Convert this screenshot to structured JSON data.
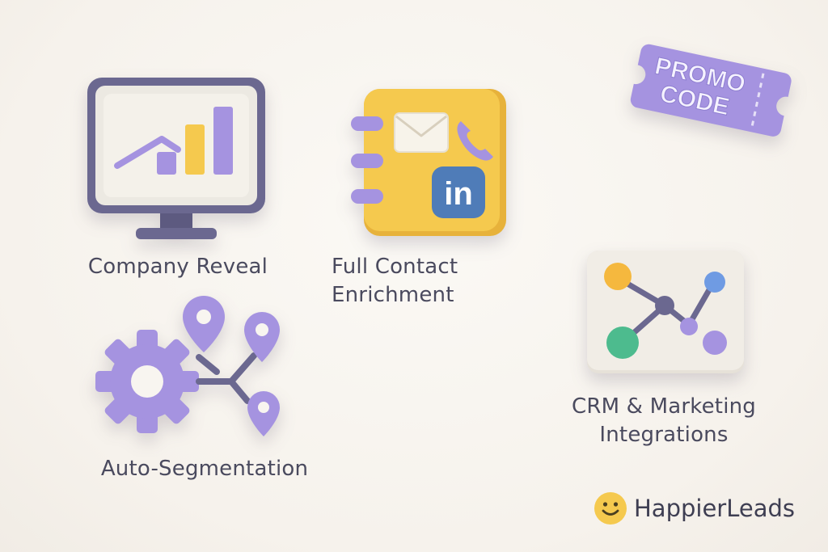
{
  "features": {
    "company_reveal": "Company Reveal",
    "contact_line1": "Full Contact",
    "contact_line2": "Enrichment",
    "segmentation": "Auto-Segmentation",
    "crm_line1": "CRM & Marketing",
    "crm_line2": "Integrations"
  },
  "promo": {
    "line1": "PROMO",
    "line2": "CODE"
  },
  "contact_card": {
    "linkedin": "in"
  },
  "brand": {
    "name": "HappierLeads"
  },
  "colors": {
    "background": "#f8f5f0",
    "purple": "#a593e0",
    "slate": "#6b6890",
    "yellow": "#f5c94e",
    "text": "#4a4a5e",
    "linkedin_blue": "#4f7cb8"
  },
  "icons": [
    "monitor-chart-icon",
    "address-book-icon",
    "envelope-icon",
    "phone-icon",
    "linkedin-icon",
    "gear-segmentation-icon",
    "location-pin-icon",
    "network-graph-icon",
    "promo-ticket-icon",
    "smiley-logo-icon"
  ]
}
